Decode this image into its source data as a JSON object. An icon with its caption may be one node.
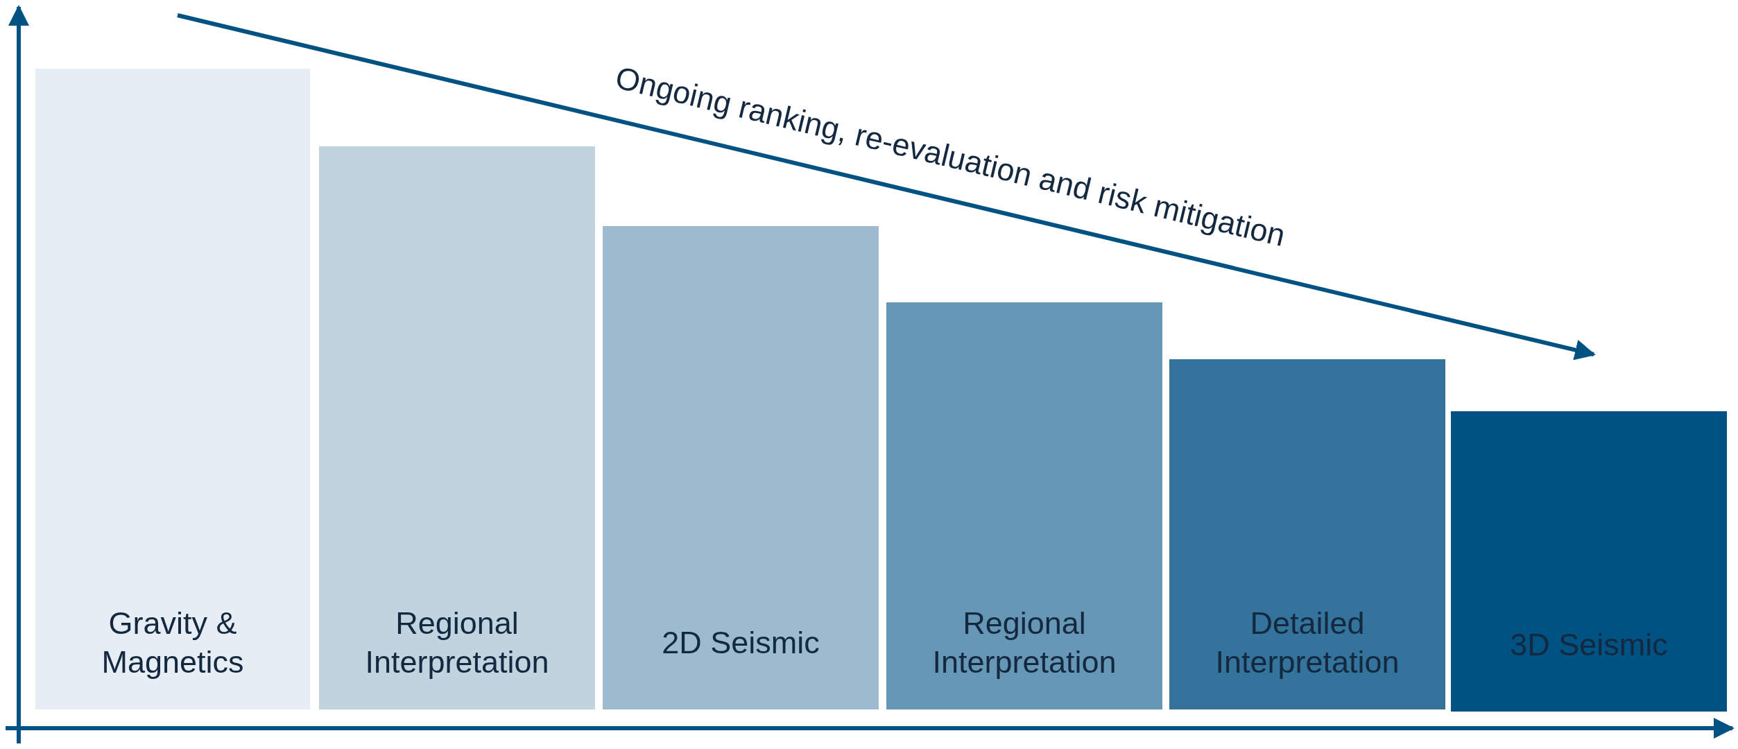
{
  "diagram": {
    "nodes": [
      {
        "text": [
          "Gravity & Magnetics"
        ]
      },
      {
        "text": [
          "Regional Interpretation"
        ]
      },
      {
        "text": [
          "2D Seismic"
        ]
      },
      {
        "text": [
          "Regional Interpretation"
        ]
      },
      {
        "text": [
          "Detailed Interpretation"
        ]
      },
      {
        "text": [
          "3D Seismic"
        ]
      }
    ],
    "labels": [
      "Ongoing ranking, re-evaluation and risk mitigation"
    ]
  }
}
